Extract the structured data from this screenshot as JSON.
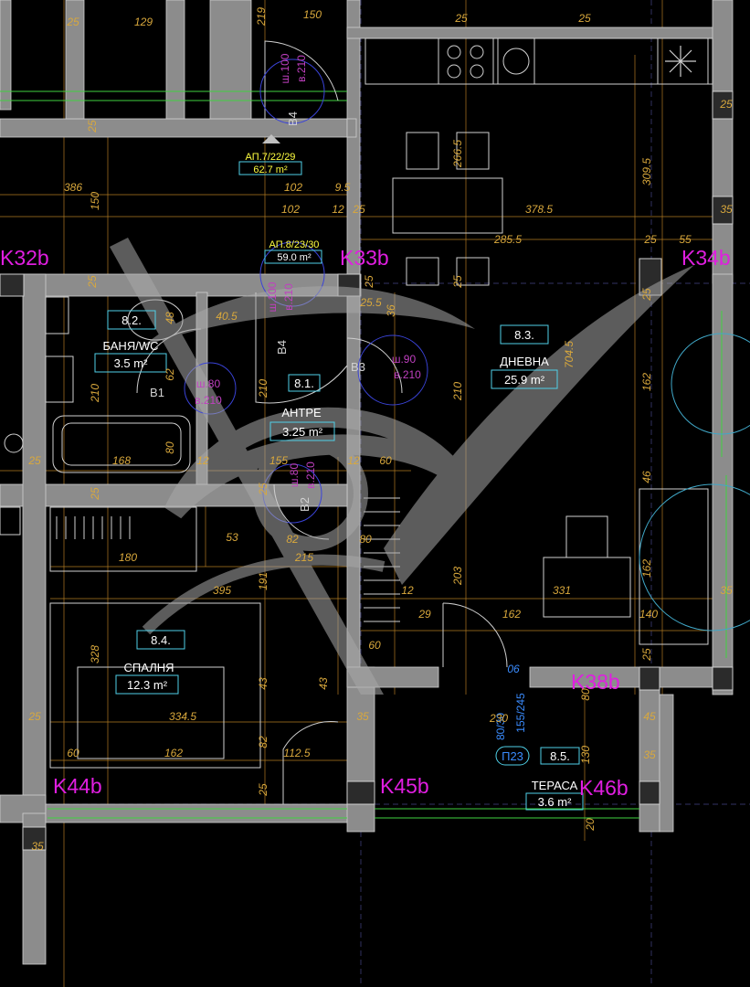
{
  "colors": {
    "background": "#000000",
    "wall": "#8c8c8c",
    "wall_outline": "#cfcfcf",
    "dimension_line": "#c8892a",
    "dimension_text": "#d9a83c",
    "room_label": "#ffffff",
    "room_box": "#4fd0e8",
    "column_label": "#e01ee0",
    "furniture": "#d8d8d8",
    "door": "#cfcfcf",
    "door_tag": "#3a43d8",
    "window": "#3fd23f",
    "grid": "#8a8aff",
    "apt_tag_text": "#ffff40",
    "blue_text": "#3a8cff",
    "watermark": "#a8a8a8"
  },
  "icons": [
    "snowflake-icon",
    "stove-icon",
    "sink-icon",
    "triangle-marker-icon",
    "watermark-logo-icon"
  ],
  "apartment_tags": [
    {
      "id": "ap7",
      "label": "АП.7/22/29",
      "area": "62.7 m²"
    },
    {
      "id": "ap8",
      "label": "АП.8/23/30",
      "area": "59.0 m²"
    }
  ],
  "rooms": [
    {
      "id": "r82",
      "number": "8.2.",
      "name": "БАНЯ/WC",
      "area": "3.5 m²"
    },
    {
      "id": "r81",
      "number": "8.1.",
      "name": "АНТРЕ",
      "area": "3.25 m²"
    },
    {
      "id": "r83",
      "number": "8.3.",
      "name": "ДНЕВНА",
      "area": "25.9 m²"
    },
    {
      "id": "r84",
      "number": "8.4.",
      "name": "СПАЛНЯ",
      "area": "12.3 m²"
    },
    {
      "id": "r85",
      "number": "8.5.",
      "name": "ТЕРАСА",
      "area": "3.6 m²"
    }
  ],
  "columns": [
    "K32b",
    "K33b",
    "K34b",
    "K44b",
    "K45b",
    "K46b",
    "K38b"
  ],
  "door_tags": [
    {
      "code": "В4",
      "width": "ш.100",
      "height": "в.210"
    },
    {
      "code": "В4",
      "width": "ш.100",
      "height": "в.210"
    },
    {
      "code": "В3",
      "width": "ш.90",
      "height": "в.210"
    },
    {
      "code": "В1",
      "width": "ш.80",
      "height": "в.210"
    },
    {
      "code": "В2",
      "width": "ш.80",
      "height": "в.210"
    },
    {
      "code": "П23",
      "width": "80/30",
      "height": "155/245"
    }
  ],
  "dimensions": [
    "25",
    "129",
    "219",
    "150",
    "25",
    "25",
    "25",
    "386",
    "150",
    "102",
    "9.5",
    "102",
    "12",
    "25",
    "378.5",
    "35",
    "25",
    "266.5",
    "309.5",
    "285.5",
    "25",
    "55",
    "25",
    "25",
    "25",
    "25",
    "36",
    "25.5",
    "40.5",
    "48",
    "62",
    "210",
    "210",
    "210",
    "704.5",
    "162",
    "80",
    "168",
    "12",
    "155",
    "12",
    "60",
    "25",
    "46",
    "25",
    "25",
    "180",
    "53",
    "82",
    "80",
    "215",
    "395",
    "191",
    "203",
    "12",
    "331",
    "162",
    "35",
    "29",
    "162",
    "140",
    "328",
    "60",
    "43",
    "43",
    "25",
    "06",
    "25",
    "334.5",
    "35",
    "230",
    "45",
    "60",
    "162",
    "82",
    "112.5",
    "80",
    "130",
    "35",
    "25",
    "20",
    "35"
  ]
}
